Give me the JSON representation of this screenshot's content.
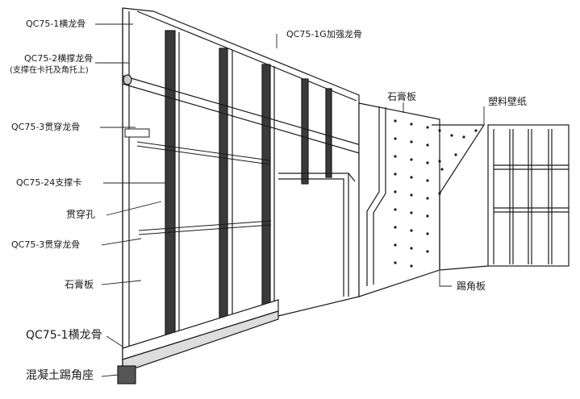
{
  "labels": {
    "qc75_1_top": "QC75-1横龙骨",
    "qc75_2": "QC75-2横撑龙骨",
    "qc75_2_note": "(支撑在卡托及角托上)",
    "qc75_3_upper": "QC75-3贯穿龙骨",
    "qc75_24": "QC75-24支撑卡",
    "through_hole": "贯穿孔",
    "qc75_3_lower": "QC75-3贯穿龙骨",
    "gypsum_left": "石膏板",
    "qc75_1_bottom": "QC75-1横龙骨",
    "concrete_base": "混凝土踢角座",
    "qc75_1g": "QC75-1G加强龙骨",
    "gypsum_right": "石膏板",
    "wallpaper": "塑料壁纸",
    "skirting": "踢角板"
  },
  "colors": {
    "line": "#1a1a1a",
    "stud_dark": "#3a3a3a",
    "leader": "#222222",
    "panel": "#ffffff",
    "base": "#555555"
  }
}
